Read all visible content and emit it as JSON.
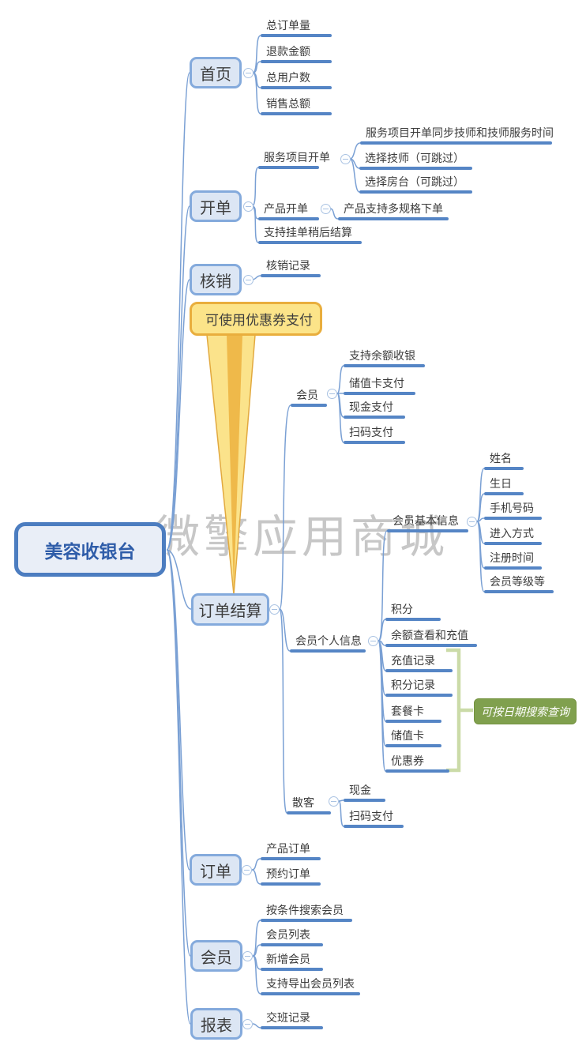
{
  "watermark": "微擎应用商城",
  "colors": {
    "accent_blue": "#5585c5",
    "line_blue": "#7aa0d4",
    "node_fill": "#dce6f4",
    "node_border": "#84aadc",
    "callout_fill": "#fce489",
    "callout_border": "#e9ae3d",
    "note_fill": "#80a04e",
    "bracket_green": "#cbdba8"
  },
  "root": {
    "label": "美容收银台"
  },
  "callout": {
    "label": "可使用优惠券支付"
  },
  "note": {
    "label": "可按日期搜索查询"
  },
  "branches": [
    {
      "label": "首页",
      "children": [
        {
          "label": "总订单量"
        },
        {
          "label": "退款金额"
        },
        {
          "label": "总用户数"
        },
        {
          "label": "销售总额"
        }
      ]
    },
    {
      "label": "开单",
      "children": [
        {
          "label": "服务项目开单",
          "children": [
            {
              "label": "服务项目开单同步技师和技师服务时间"
            },
            {
              "label": "选择技师（可跳过）"
            },
            {
              "label": "选择房台（可跳过）"
            }
          ]
        },
        {
          "label": "产品开单",
          "children": [
            {
              "label": "产品支持多规格下单"
            }
          ]
        },
        {
          "label": "支持挂单稍后结算"
        }
      ]
    },
    {
      "label": "核销",
      "children": [
        {
          "label": "核销记录"
        }
      ]
    },
    {
      "label": "订单结算",
      "children": [
        {
          "label": "会员",
          "children": [
            {
              "label": "支持余额收银"
            },
            {
              "label": "储值卡支付"
            },
            {
              "label": "现金支付"
            },
            {
              "label": "扫码支付"
            }
          ]
        },
        {
          "label": "会员个人信息",
          "children": [
            {
              "label": "会员基本信息",
              "children": [
                {
                  "label": "姓名"
                },
                {
                  "label": "生日"
                },
                {
                  "label": "手机号码"
                },
                {
                  "label": "进入方式"
                },
                {
                  "label": "注册时间"
                },
                {
                  "label": "会员等级等"
                }
              ]
            },
            {
              "label": "积分"
            },
            {
              "label": "余额查看和充值"
            },
            {
              "label": "充值记录"
            },
            {
              "label": "积分记录"
            },
            {
              "label": "套餐卡"
            },
            {
              "label": "储值卡"
            },
            {
              "label": "优惠券"
            }
          ]
        },
        {
          "label": "散客",
          "children": [
            {
              "label": "现金"
            },
            {
              "label": "扫码支付"
            }
          ]
        }
      ]
    },
    {
      "label": "订单",
      "children": [
        {
          "label": "产品订单"
        },
        {
          "label": "预约订单"
        }
      ]
    },
    {
      "label": "会员",
      "children": [
        {
          "label": "按条件搜索会员"
        },
        {
          "label": "会员列表"
        },
        {
          "label": "新增会员"
        },
        {
          "label": "支持导出会员列表"
        }
      ]
    },
    {
      "label": "报表",
      "children": [
        {
          "label": "交班记录"
        }
      ]
    }
  ]
}
